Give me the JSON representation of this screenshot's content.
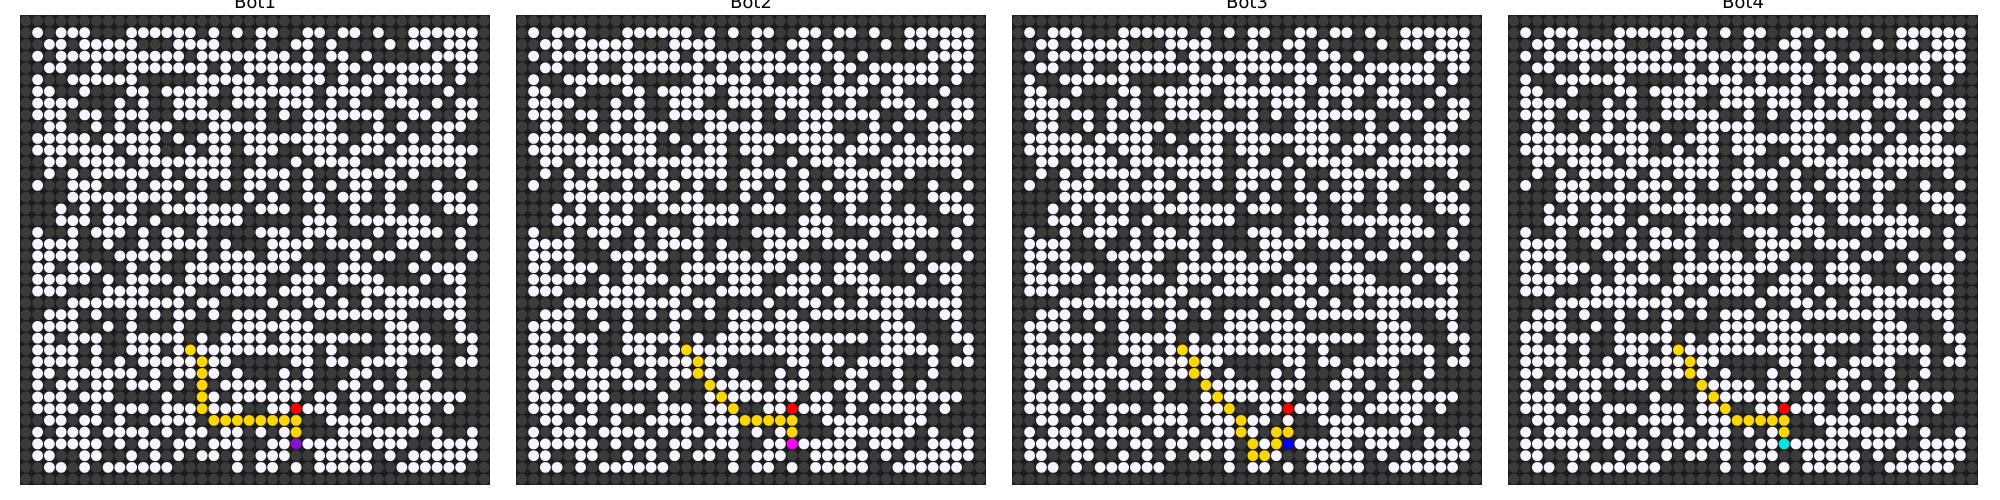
{
  "colors": {
    "background": "#1c1c1c",
    "blocked_cell": "#3b3b3b",
    "open_cell": "#f6f4ff",
    "path": "#ffd700",
    "target": "#ff0000",
    "bot1": "#8a0fd6",
    "bot2": "#ff00ff",
    "bot3": "#0000ff",
    "bot4": "#00e5e5"
  },
  "grid": {
    "size": 40,
    "open_cells_seed": 7,
    "open_density": 0.62
  },
  "chart_data": [
    {
      "type": "heatmap",
      "title": "Bot1",
      "target": [
        23,
        33
      ],
      "bot": [
        23,
        36
      ],
      "bot_color_key": "bot1",
      "path": [
        [
          14,
          28
        ],
        [
          15,
          29
        ],
        [
          15,
          30
        ],
        [
          15,
          31
        ],
        [
          15,
          32
        ],
        [
          15,
          33
        ],
        [
          16,
          34
        ],
        [
          17,
          34
        ],
        [
          18,
          34
        ],
        [
          19,
          34
        ],
        [
          20,
          34
        ],
        [
          21,
          34
        ],
        [
          22,
          34
        ],
        [
          23,
          34
        ],
        [
          23,
          35
        ]
      ]
    },
    {
      "type": "heatmap",
      "title": "Bot2",
      "target": [
        23,
        33
      ],
      "bot": [
        23,
        36
      ],
      "bot_color_key": "bot2",
      "path": [
        [
          14,
          28
        ],
        [
          15,
          29
        ],
        [
          15,
          30
        ],
        [
          16,
          31
        ],
        [
          17,
          32
        ],
        [
          18,
          33
        ],
        [
          19,
          34
        ],
        [
          20,
          34
        ],
        [
          21,
          34
        ],
        [
          22,
          34
        ],
        [
          23,
          34
        ],
        [
          23,
          35
        ]
      ]
    },
    {
      "type": "heatmap",
      "title": "Bot3",
      "target": [
        23,
        33
      ],
      "bot": [
        23,
        36
      ],
      "bot_color_key": "bot3",
      "path": [
        [
          14,
          28
        ],
        [
          15,
          29
        ],
        [
          15,
          30
        ],
        [
          16,
          31
        ],
        [
          17,
          32
        ],
        [
          18,
          33
        ],
        [
          19,
          34
        ],
        [
          19,
          35
        ],
        [
          20,
          36
        ],
        [
          20,
          37
        ],
        [
          21,
          37
        ],
        [
          22,
          36
        ],
        [
          22,
          35
        ],
        [
          23,
          35
        ]
      ]
    },
    {
      "type": "heatmap",
      "title": "Bot4",
      "target": [
        23,
        33
      ],
      "bot": [
        23,
        36
      ],
      "bot_color_key": "bot4",
      "path": [
        [
          14,
          28
        ],
        [
          15,
          29
        ],
        [
          15,
          30
        ],
        [
          16,
          31
        ],
        [
          17,
          32
        ],
        [
          18,
          33
        ],
        [
          19,
          34
        ],
        [
          20,
          34
        ],
        [
          21,
          34
        ],
        [
          22,
          34
        ],
        [
          23,
          34
        ],
        [
          23,
          35
        ]
      ]
    }
  ]
}
